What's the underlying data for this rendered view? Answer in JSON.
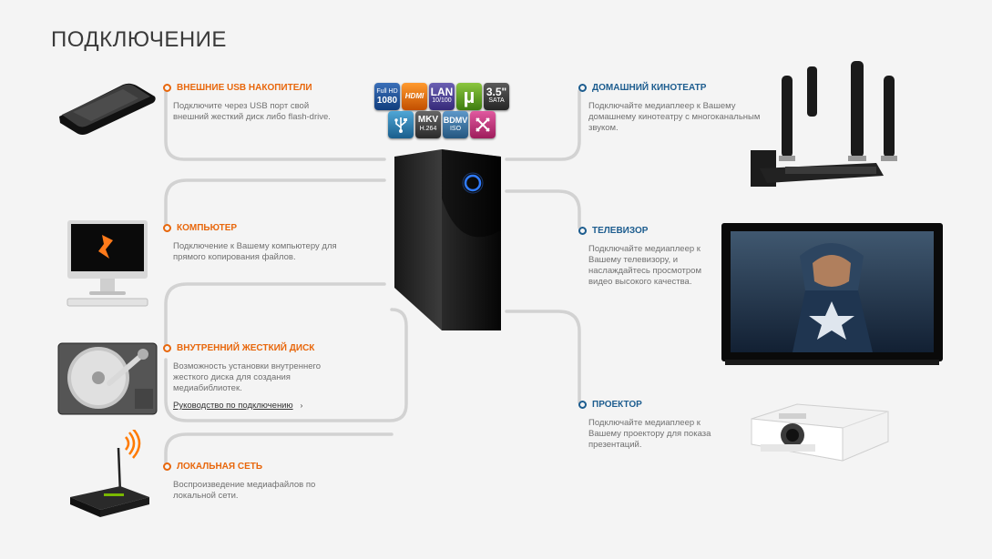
{
  "page": {
    "title": "ПОДКЛЮЧЕНИЕ"
  },
  "sections": {
    "usb": {
      "heading": "ВНЕШНИЕ USB НАКОПИТЕЛИ",
      "description": "Подключите через USB порт свой внешний жесткий диск либо flash-drive."
    },
    "computer": {
      "heading": "КОМПЬЮТЕР",
      "description": "Подключение к Вашему компьютеру для прямого копирования файлов."
    },
    "hdd": {
      "heading": "ВНУТРЕННИЙ ЖЕСТКИЙ ДИСК",
      "description": "Возможность установки внутреннего жесткого диска для создания медиабиблиотек.",
      "link": "Руководство по подключению",
      "link_arrow": "›"
    },
    "lan": {
      "heading": "ЛОКАЛЬНАЯ СЕТЬ",
      "description": "Воспроизведение медиафайлов по локальной сети."
    },
    "home_theater": {
      "heading": "ДОМАШНИЙ КИНОТЕАТР",
      "description": "Подключайте медиаплеер к Вашему домашнему кинотеатру с многоканальным звуком."
    },
    "tv": {
      "heading": "ТЕЛЕВИЗОР",
      "description": "Подключайте медиаплеер к Вашему телевизору, и наслаждайтесь просмотром видео высокого качества."
    },
    "projector": {
      "heading": "ПРОЕКТОР",
      "description": "Подключайте медиаплеер к Вашему проектору для показа презентаций."
    }
  },
  "badges": {
    "fullhd": {
      "top": "Full HD",
      "main": "1080"
    },
    "hdmi": {
      "main": "HDMI"
    },
    "lan": {
      "main": "LAN",
      "sub": "10/100"
    },
    "torrent": {
      "main": "µ"
    },
    "sata": {
      "main": "3.5\"",
      "sub": "SATA"
    },
    "mkv": {
      "main": "MKV",
      "sub": "H.264"
    },
    "bdmv": {
      "main": "BDMV",
      "sub": "ISO"
    }
  },
  "icons": [
    "usb-drive-icon",
    "monitor-icon",
    "hdd-icon",
    "router-icon",
    "speakers-icon",
    "tv-icon",
    "projector-icon",
    "media-player-icon",
    "usb-symbol-icon",
    "x-symbol-icon"
  ],
  "colors": {
    "left_accent": "#e8670c",
    "right_accent": "#1d5d8f",
    "line": "#d2d2d2",
    "background": "#f4f4f4"
  }
}
